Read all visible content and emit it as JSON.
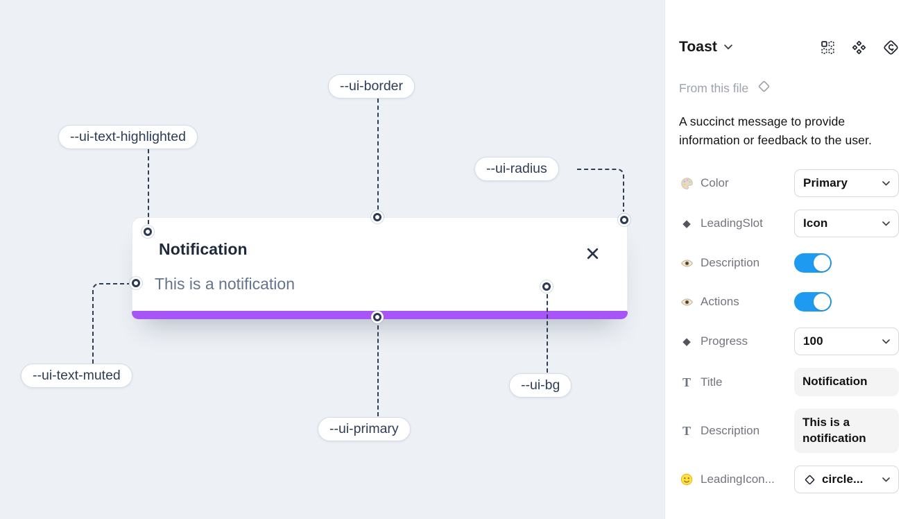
{
  "canvas": {
    "toast": {
      "title": "Notification",
      "description": "This is a notification"
    },
    "labels": {
      "border": "--ui-border",
      "text_highlighted": "--ui-text-highlighted",
      "radius": "--ui-radius",
      "text_muted": "--ui-text-muted",
      "primary": "--ui-primary",
      "bg": "--ui-bg"
    },
    "colors": {
      "canvas_bg": "#edf0f5",
      "toast_bg": "#ffffff",
      "primary_bar": "#a855f7",
      "title_text": "#1e293b",
      "muted_text": "#64748b",
      "connector": "#2e3d55"
    }
  },
  "panel": {
    "title": "Toast",
    "source_label": "From this file",
    "description": "A succinct message to provide information or feedback to the user.",
    "toggle_color": "#1e9bf0",
    "icon_glyphs": {
      "diamond": "◆",
      "diamond_outline": "◇",
      "text_type": "T"
    },
    "rows": [
      {
        "icon": "palette-icon",
        "label": "Color",
        "control": "select",
        "value": "Primary"
      },
      {
        "icon": "diamond-icon",
        "label": "LeadingSlot",
        "control": "select",
        "value": "Icon"
      },
      {
        "icon": "eye-icon",
        "label": "Description",
        "control": "toggle",
        "state": "on"
      },
      {
        "icon": "eye-icon",
        "label": "Actions",
        "control": "toggle",
        "state": "on"
      },
      {
        "icon": "diamond-icon",
        "label": "Progress",
        "control": "select",
        "value": "100"
      },
      {
        "icon": "text-icon",
        "label": "Title",
        "control": "text",
        "value": "Notification"
      },
      {
        "icon": "text-icon",
        "label": "Description",
        "control": "text",
        "value": "This is a notification"
      },
      {
        "icon": "smiley-icon",
        "label": "LeadingIcon...",
        "control": "icon-select",
        "value": "circle..."
      }
    ]
  }
}
